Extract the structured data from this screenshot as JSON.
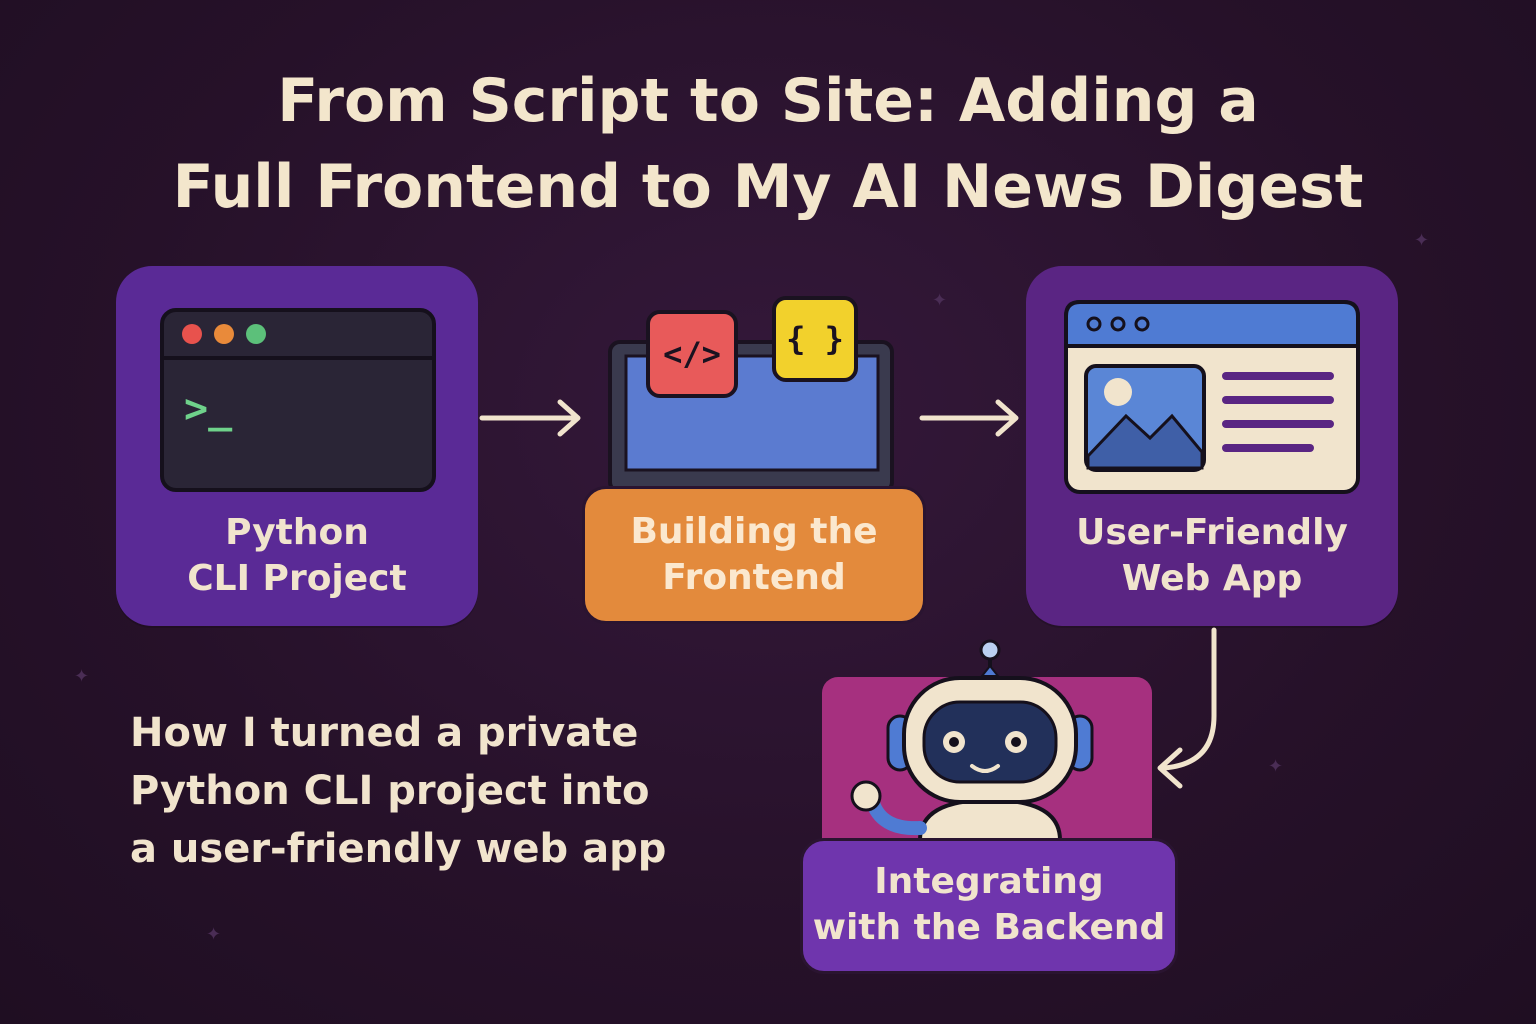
{
  "title": {
    "line1": "From Script to Site: Adding a",
    "line2": "Full Frontend to My AI News Digest"
  },
  "steps": {
    "cli": {
      "line1": "Python",
      "line2": "CLI Project",
      "prompt_symbol": ">_",
      "color": "#5a2a96"
    },
    "frontend": {
      "line1": "Building the",
      "line2": "Frontend",
      "code_tag": "</>",
      "braces": "{ }",
      "color": "#e38a3c"
    },
    "webapp": {
      "line1": "User-Friendly",
      "line2": "Web App",
      "color": "#5a2583"
    },
    "backend": {
      "line1": "Integrating",
      "line2": "with the Backend",
      "color": "#6f35ad"
    }
  },
  "subtitle": {
    "line1": "How I turned a private",
    "line2": "Python CLI project into",
    "line3": "a user-friendly web app"
  },
  "icons": [
    "terminal-icon",
    "code-tag-icon",
    "curly-braces-icon",
    "browser-window-icon",
    "image-placeholder-icon",
    "robot-icon",
    "arrow-right-icon",
    "arrow-curved-down-icon",
    "sparkle-icon"
  ],
  "colors": {
    "background": "#2a1430",
    "text": "#f3e6cc",
    "arrow": "#f1e4cd"
  }
}
